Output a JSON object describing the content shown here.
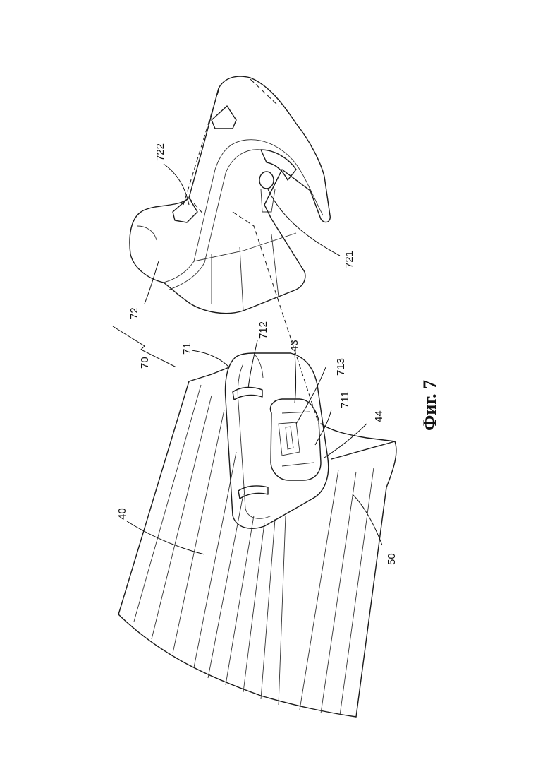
{
  "caption": "Фиг. 7",
  "labels": {
    "l722": "722",
    "l721": "721",
    "l72": "72",
    "l712": "712",
    "l71": "71",
    "l70": "70",
    "l43": "43",
    "l713": "713",
    "l711": "711",
    "l44": "44",
    "l40": "40",
    "l50": "50"
  }
}
